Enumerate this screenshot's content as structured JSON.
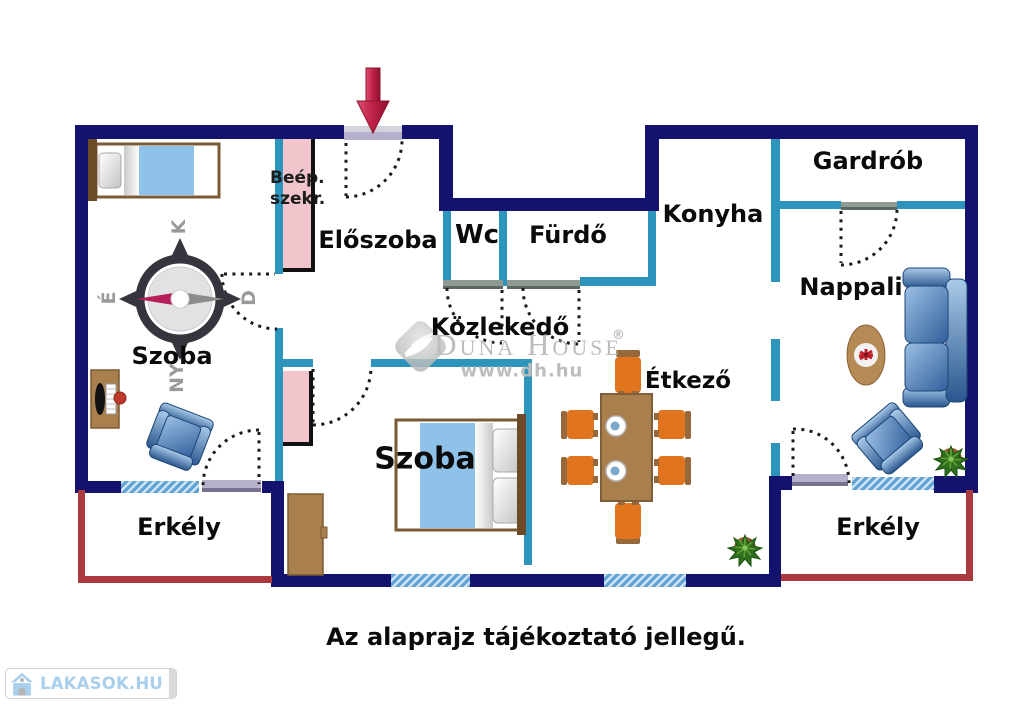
{
  "floorplan": {
    "rooms": {
      "szoba1": "Szoba",
      "eloszoba": "Előszoba",
      "wc": "Wc",
      "furdo": "Fürdő",
      "konyha": "Konyha",
      "gardrob": "Gardrób",
      "nappali": "Nappali",
      "kozlekedo": "Közlekedő",
      "etkezo": "Étkező",
      "szoba2": "Szoba",
      "erkely_left": "Erkély",
      "erkely_right": "Erkély"
    },
    "builtin_wardrobe_label": "Beép.\nszekr.",
    "compass": {
      "top": "K",
      "right": "D",
      "bottom": "NY",
      "left": "É"
    },
    "caption": "Az alaprajz tájékoztató jellegű.",
    "watermark": {
      "name": "Duna House",
      "registered": "®",
      "url": "www.dh.hu"
    },
    "logo_text": "LAKASOK.HU",
    "colors": {
      "outer_wall_navy": "#13136f",
      "inner_wall_cyan": "#2d95bb",
      "balcony_wall_red": "#ab3a3e",
      "hatch_bg": "#cfe4f4",
      "hatch_stripe": "#66a6d2",
      "exterior_door_threshold": "#b7b0cc",
      "interior_door_threshold": "#7d8a82",
      "wardrobe_pink": "#f2c5cc",
      "furniture_wood": "#a87f4d",
      "chair_orange": "#e0741f",
      "mattress_blue": "#8fc2e8",
      "sofa_blue_dark": "#30609c",
      "sofa_blue_light": "#a7c8e8",
      "entrance_arrow_red": "#c42049",
      "compass_needle_red": "#b41f5a",
      "watermark_gray": "#bdbdbd",
      "logo_blue": "#a5bedb"
    }
  }
}
